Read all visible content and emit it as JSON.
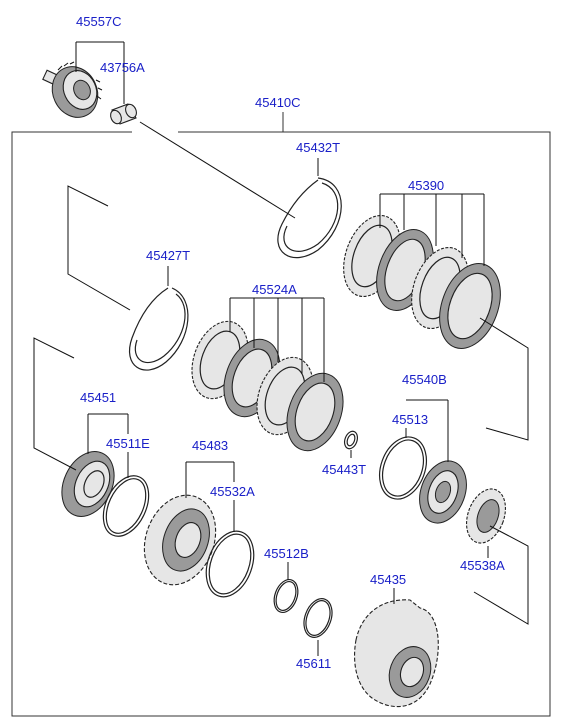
{
  "diagram": {
    "title": "",
    "colors": {
      "label": "#1a20c8",
      "line": "#111111"
    },
    "labels": {
      "p45557C": "45557C",
      "p43756A": "43756A",
      "p45410C": "45410C",
      "p45432T": "45432T",
      "p45390": "45390",
      "p45427T": "45427T",
      "p45524A": "45524A",
      "p45540B": "45540B",
      "p45513": "45513",
      "p45451": "45451",
      "p45511E": "45511E",
      "p45483": "45483",
      "p45443T": "45443T",
      "p45532A": "45532A",
      "p45538A": "45538A",
      "p45512B": "45512B",
      "p45435": "45435",
      "p45611": "45611"
    }
  }
}
